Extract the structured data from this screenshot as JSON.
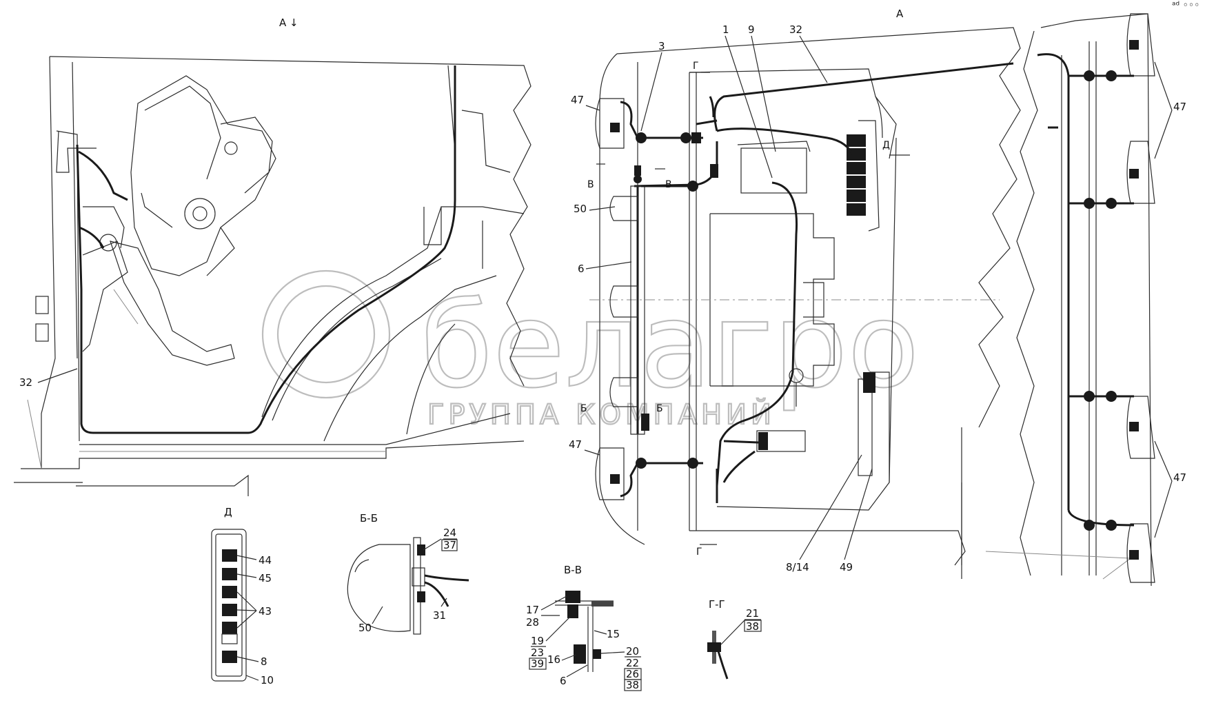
{
  "watermark": {
    "brand": "белагро",
    "subtitle": "ГРУППА КОМПАНИЙ"
  },
  "views": {
    "left_view": {
      "title": "А",
      "arrow": "↓"
    },
    "right_view": {
      "title": "А"
    },
    "detail_d": {
      "title": "Д"
    },
    "section_bb": {
      "title": "Б-Б"
    },
    "section_vv": {
      "title": "В-В"
    },
    "section_gg": {
      "title": "Г-Г"
    }
  },
  "cut_marks": {
    "g_top": "Г",
    "g_bottom": "Г",
    "v_left": "В",
    "v_right": "В",
    "b_left": "Б",
    "b_right": "Б",
    "d": "Д"
  },
  "callouts": {
    "left": {
      "p32": "32"
    },
    "main": {
      "p1": "1",
      "p9": "9",
      "p32": "32",
      "p3": "3",
      "p47a": "47",
      "p47b": "47",
      "p50": "50",
      "p6": "6",
      "p8_14": "8/14",
      "p49": "49"
    },
    "right": {
      "p47a": "47",
      "p47b": "47"
    },
    "d": {
      "p44": "44",
      "p45": "45",
      "p43": "43",
      "p8": "8",
      "p10": "10"
    },
    "bb": {
      "p24": "24",
      "p37": "37",
      "p50": "50",
      "p31": "31"
    },
    "vv": {
      "p17": "17",
      "p28": "28",
      "p19": "19",
      "p23": "23",
      "p39": "39",
      "p16": "16",
      "p6": "6",
      "p15": "15",
      "p20": "20",
      "p22": "22",
      "p26": "26",
      "p38": "38"
    },
    "gg": {
      "p21": "21",
      "p38": "38"
    }
  },
  "corner_mark": "ᵃᵈ ◦◦◦"
}
